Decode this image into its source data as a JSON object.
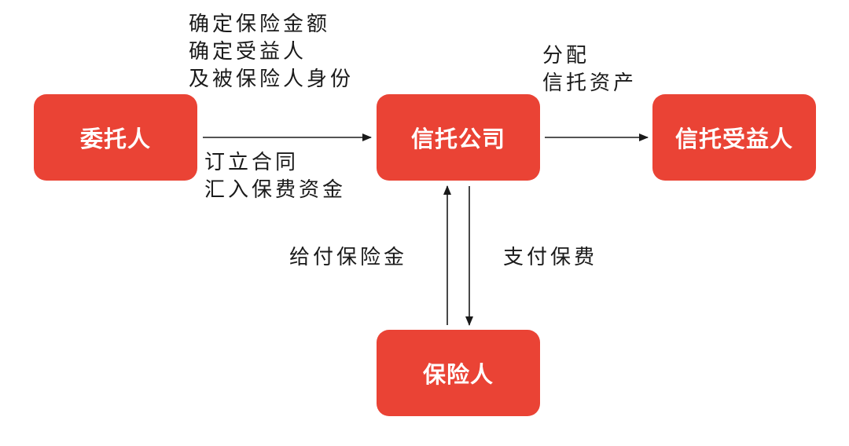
{
  "nodes": {
    "settlor": "委托人",
    "trust_company": "信托公司",
    "beneficiary": "信托受益人",
    "insurer": "保险人"
  },
  "edges": {
    "settlor_to_trust_above": [
      "确定保险金额",
      "确定受益人",
      "及被保险人身份"
    ],
    "settlor_to_trust_below": [
      "订立合同",
      "汇入保费资金"
    ],
    "trust_to_beneficiary": [
      "分配",
      "信托资产"
    ],
    "insurer_to_trust": "给付保险金",
    "trust_to_insurer": "支付保费"
  },
  "colors": {
    "node_fill": "#ea4335",
    "node_text": "#ffffff",
    "arrow": "#1a1a1a"
  }
}
